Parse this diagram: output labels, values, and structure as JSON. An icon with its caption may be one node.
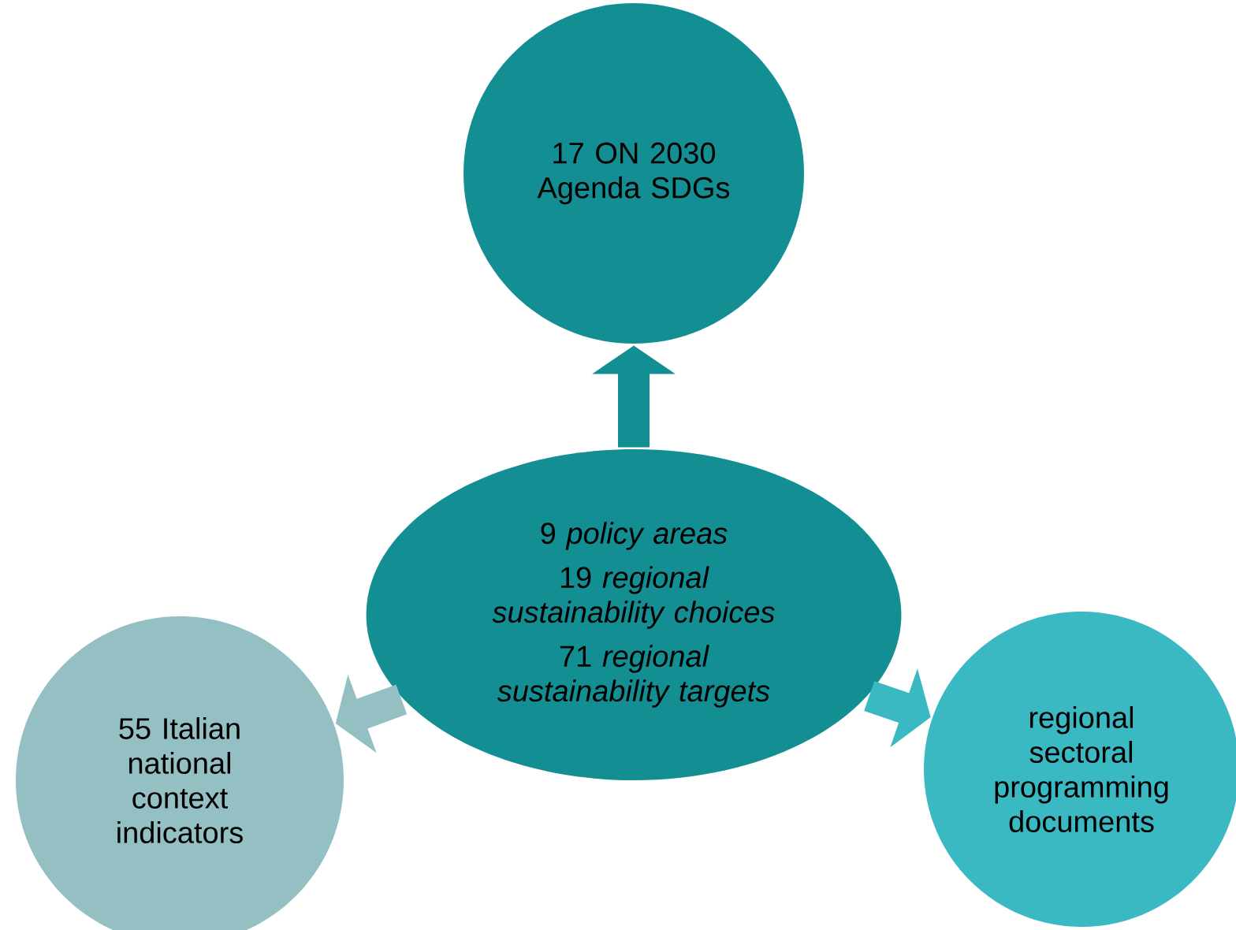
{
  "diagram": {
    "nodes": [
      {
        "text": [
          "17 ON 2030 Agenda SDGs"
        ]
      },
      {
        "text": [
          "9 *policy areas*",
          "19 *regional sustainability choices*",
          "71 *regional sustainability targets*"
        ]
      },
      {
        "text": [
          "55 Italian national context indicators"
        ]
      },
      {
        "text": [
          "regional sectoral programming documents"
        ]
      }
    ],
    "edges": [
      {
        "from": 1,
        "to": 0,
        "arrow": "to",
        "color": "#138f94"
      },
      {
        "from": 1,
        "to": 2,
        "arrow": "to",
        "color": "#94bfc3"
      },
      {
        "from": 1,
        "to": 3,
        "arrow": "to",
        "color": "#3bb9c3"
      }
    ]
  }
}
